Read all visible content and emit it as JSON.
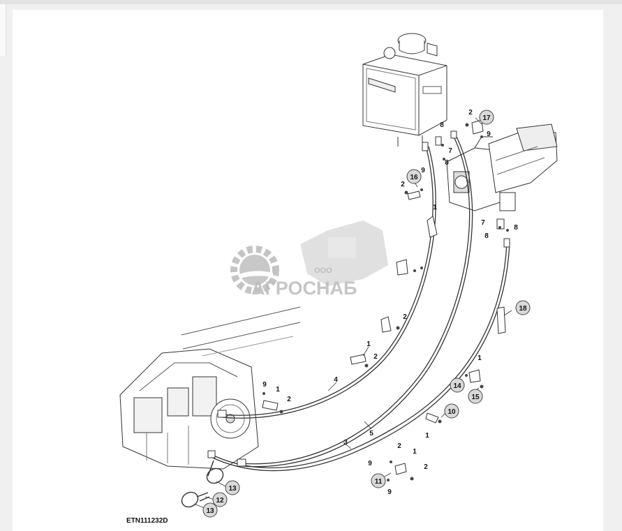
{
  "figure_id": "ETN111232D",
  "watermark": {
    "prefix": "ООО",
    "brand": "АГРОСНАБ"
  },
  "callouts": [
    {
      "id": "c-17a",
      "text": "17",
      "bubble": true
    },
    {
      "id": "c-2a",
      "text": "2",
      "bubble": false
    },
    {
      "id": "c-9a",
      "text": "9",
      "bubble": false
    },
    {
      "id": "c-8a",
      "text": "8",
      "bubble": false
    },
    {
      "id": "c-7a",
      "text": "7",
      "bubble": false
    },
    {
      "id": "c-8b",
      "text": "8",
      "bubble": false
    },
    {
      "id": "c-16",
      "text": "16",
      "bubble": true
    },
    {
      "id": "c-9b",
      "text": "9",
      "bubble": false
    },
    {
      "id": "c-2b",
      "text": "2",
      "bubble": false
    },
    {
      "id": "c-1a",
      "text": "1",
      "bubble": false
    },
    {
      "id": "c-7b",
      "text": "7",
      "bubble": false
    },
    {
      "id": "c-8c",
      "text": "8",
      "bubble": false
    },
    {
      "id": "c-8d",
      "text": "8",
      "bubble": false
    },
    {
      "id": "c-18",
      "text": "18",
      "bubble": true
    },
    {
      "id": "c-2c",
      "text": "2",
      "bubble": false
    },
    {
      "id": "c-1b",
      "text": "1",
      "bubble": false
    },
    {
      "id": "c-2d",
      "text": "2",
      "bubble": false
    },
    {
      "id": "c-4",
      "text": "4",
      "bubble": false
    },
    {
      "id": "c-9c",
      "text": "9",
      "bubble": false
    },
    {
      "id": "c-1c",
      "text": "1",
      "bubble": false
    },
    {
      "id": "c-2e",
      "text": "2",
      "bubble": false
    },
    {
      "id": "c-1d",
      "text": "1",
      "bubble": false
    },
    {
      "id": "c-14",
      "text": "14",
      "bubble": true
    },
    {
      "id": "c-15",
      "text": "15",
      "bubble": true
    },
    {
      "id": "c-5",
      "text": "5",
      "bubble": false
    },
    {
      "id": "c-10",
      "text": "10",
      "bubble": true
    },
    {
      "id": "c-1e",
      "text": "1",
      "bubble": false
    },
    {
      "id": "c-3",
      "text": "3",
      "bubble": false
    },
    {
      "id": "c-2f",
      "text": "2",
      "bubble": false
    },
    {
      "id": "c-1f",
      "text": "1",
      "bubble": false
    },
    {
      "id": "c-9d",
      "text": "9",
      "bubble": false
    },
    {
      "id": "c-2g",
      "text": "2",
      "bubble": false
    },
    {
      "id": "c-11",
      "text": "11",
      "bubble": true
    },
    {
      "id": "c-9e",
      "text": "9",
      "bubble": false
    },
    {
      "id": "c-13a",
      "text": "13",
      "bubble": true
    },
    {
      "id": "c-12",
      "text": "12",
      "bubble": true
    },
    {
      "id": "c-13b",
      "text": "13",
      "bubble": true
    }
  ]
}
